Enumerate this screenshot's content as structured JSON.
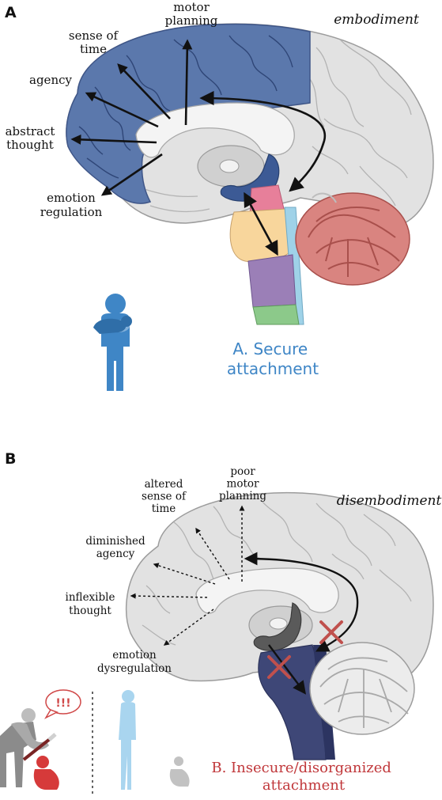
{
  "panel_a": {
    "letter": "A",
    "state": "embodiment",
    "labels": {
      "motor_1": "motor",
      "motor_2": "planning",
      "time_1": "sense of",
      "time_2": "time",
      "agency": "agency",
      "thought_1": "abstract",
      "thought_2": "thought",
      "emotion_1": "emotion",
      "emotion_2": "regulation"
    },
    "caption_1": "A. Secure",
    "caption_2": "attachment"
  },
  "panel_b": {
    "letter": "B",
    "state": "disembodiment",
    "labels": {
      "motor_1": "poor",
      "motor_2": "motor",
      "motor_3": "planning",
      "time_1": "altered",
      "time_2": "sense of",
      "time_3": "time",
      "agency_1": "diminished",
      "agency_2": "agency",
      "thought_1": "inflexible",
      "thought_2": "thought",
      "emotion_1": "emotion",
      "emotion_2": "dysregulation"
    },
    "alarm": "!!!",
    "caption_1": "B. Insecure/disorganized",
    "caption_2": "attachment"
  },
  "colors": {
    "prefrontal_blue": "#5b78ac",
    "caption_blue": "#3f86c6",
    "caption_red": "#c0373a",
    "cerebellum_red": "#d98480",
    "brainstem_navy": "#3e4777",
    "cross_red": "#c0504d"
  }
}
